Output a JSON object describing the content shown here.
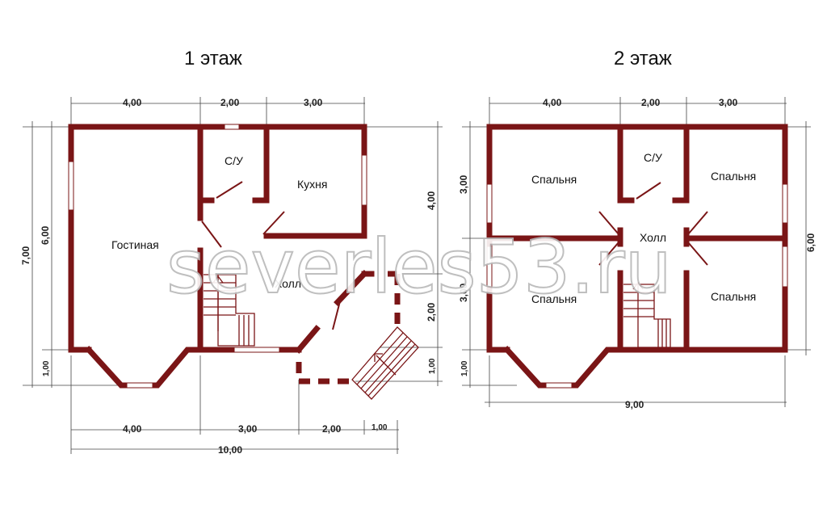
{
  "floor1": {
    "title": "1 этаж",
    "rooms": {
      "toilet": "С/У",
      "kitchen": "Кухня",
      "living": "Гостиная",
      "hall": "Холл"
    },
    "dims": {
      "top_a": "4,00",
      "top_b": "2,00",
      "top_c": "3,00",
      "left_total": "7,00",
      "left_main": "6,00",
      "left_bay": "1,00",
      "right_upper": "4,00",
      "right_middle": "2,00",
      "right_lower": "1,00",
      "bottom_a": "4,00",
      "bottom_b": "3,00",
      "bottom_c": "2,00",
      "bottom_d": "1,00",
      "bottom_total": "10,00"
    }
  },
  "floor2": {
    "title": "2 этаж",
    "rooms": {
      "toilet": "С/У",
      "hall": "Холл",
      "bedroom_tl": "Спальня",
      "bedroom_tr": "Спальня",
      "bedroom_bl": "Спальня",
      "bedroom_br": "Спальня"
    },
    "dims": {
      "top_a": "4,00",
      "top_b": "2,00",
      "top_c": "3,00",
      "left_upper": "3,00",
      "left_lower": "3,00",
      "left_bay": "1,00",
      "right_total": "6,00",
      "bottom_total": "9,00"
    }
  },
  "watermark": "severles53.ru"
}
